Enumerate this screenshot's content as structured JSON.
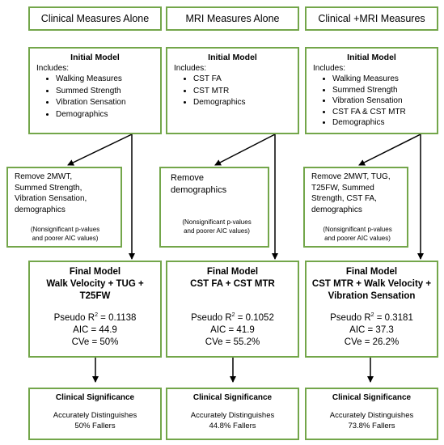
{
  "columns": [
    {
      "header": "Clinical Measures Alone",
      "initial": {
        "title": "Initial Model",
        "includes": "Includes:",
        "items": [
          "Walking Measures",
          "Summed Strength",
          "Vibration Sensation",
          "Demographics"
        ]
      },
      "remove": {
        "lines": [
          "Remove 2MWT,",
          "Summed Strength,",
          "Vibration Sensation,",
          "demographics"
        ],
        "note": [
          "(Nonsignificant p-values",
          "and poorer AIC values)"
        ]
      },
      "final": {
        "title_lines": [
          "Final Model",
          "Walk Velocity + TUG +",
          "T25FW"
        ],
        "pseudo_label": "Pseudo R",
        "pseudo_sup": "2",
        "pseudo_value": " = 0.1138",
        "aic": "AIC = 44.9",
        "cve": "CVe = 50%"
      },
      "significance": {
        "title": "Clinical Significance",
        "lines": [
          "Accurately Distinguishes",
          "50% Fallers"
        ]
      }
    },
    {
      "header": "MRI Measures Alone",
      "initial": {
        "title": "Initial Model",
        "includes": "Includes:",
        "items": [
          "CST FA",
          "CST MTR",
          "Demographics"
        ]
      },
      "remove": {
        "lines": [
          "Remove",
          "demographics"
        ],
        "note": [
          "(Nonsignificant p-values",
          "and poorer AIC values)"
        ]
      },
      "final": {
        "title_lines": [
          "Final Model",
          "CST FA + CST MTR"
        ],
        "pseudo_label": "Pseudo R",
        "pseudo_sup": "2",
        "pseudo_value": " = 0.1052",
        "aic": "AIC = 41.9",
        "cve": "CVe = 55.2%"
      },
      "significance": {
        "title": "Clinical Significance",
        "lines": [
          "Accurately Distinguishes",
          "44.8% Fallers"
        ]
      }
    },
    {
      "header": "Clinical +MRI Measures",
      "initial": {
        "title": "Initial Model",
        "includes": "Includes:",
        "items": [
          "Walking Measures",
          "Summed Strength",
          "Vibration Sensation",
          "CST FA & CST MTR",
          "Demographics"
        ]
      },
      "remove": {
        "lines": [
          "Remove 2MWT, TUG,",
          "T25FW, Summed",
          "Strength, CST FA,",
          "demographics"
        ],
        "note": [
          "(Nonsignificant p-values",
          "and poorer AIC values)"
        ]
      },
      "final": {
        "title_lines": [
          "Final Model",
          "CST MTR + Walk Velocity +",
          "Vibration Sensation"
        ],
        "pseudo_label": "Pseudo R",
        "pseudo_sup": "2",
        "pseudo_value": " = 0.3181",
        "aic": "AIC = 37.3",
        "cve": "CVe = 26.2%"
      },
      "significance": {
        "title": "Clinical Significance",
        "lines": [
          "Accurately Distinguishes",
          "73.8% Fallers"
        ]
      }
    }
  ],
  "colors": {
    "border": "#73a64a",
    "arrow": "#000000"
  }
}
